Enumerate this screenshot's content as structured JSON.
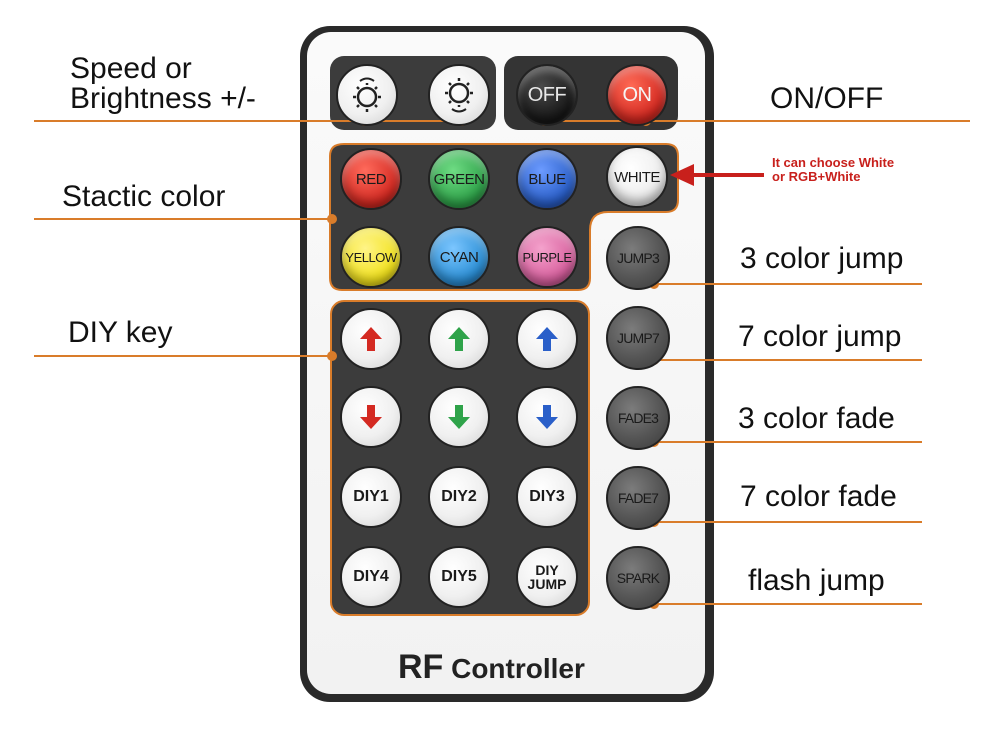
{
  "annotations": {
    "speed_line1": "Speed  or",
    "speed_line2": "Brightness +/-",
    "onoff": "ON/OFF",
    "static": "Stactic color",
    "diy": "DIY key",
    "jump3": "3 color jump",
    "jump7": "7 color jump",
    "fade3": "3 color fade",
    "fade7": "7 color fade",
    "flash": "flash jump",
    "white_note_line1": "It can choose White",
    "white_note_line2": "or RGB+White"
  },
  "remote": {
    "brand_big": "RF",
    "brand_rest": " Controller",
    "off_label": "OFF",
    "on_label": "ON",
    "colors": {
      "red": "RED",
      "green": "GREEN",
      "blue": "BLUE",
      "white": "WHITE",
      "yellow": "YELLOW",
      "cyan": "CYAN",
      "purple": "PURPLE"
    },
    "modes": {
      "jump3": "JUMP3",
      "jump7": "JUMP7",
      "fade3": "FADE3",
      "fade7": "FADE7",
      "spark": "SPARK"
    },
    "diy": {
      "diy1": "DIY1",
      "diy2": "DIY2",
      "diy3": "DIY3",
      "diy4": "DIY4",
      "diy5": "DIY5",
      "diyjump_line1": "DIY",
      "diyjump_line2": "JUMP"
    }
  },
  "theme": {
    "leader_line": "#d97c2a",
    "note_red": "#c8201c",
    "panel": "#3c3c3c",
    "red": "#d42a22",
    "green": "#2fa34a",
    "blue": "#2a5fc9",
    "yellow": "#f2e21c",
    "cyan": "#2b8fd6",
    "purple": "#d8609e"
  },
  "icons": [
    "sun-plus-icon",
    "sun-minus-icon",
    "arrow-up-icon",
    "arrow-down-icon"
  ]
}
